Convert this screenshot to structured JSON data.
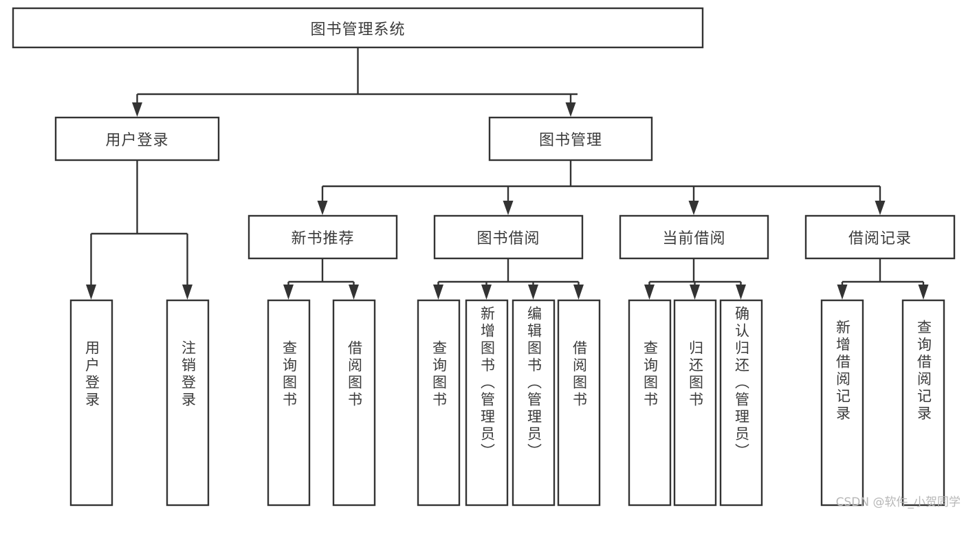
{
  "diagram": {
    "title": "图书管理系统",
    "type": "tree",
    "watermark": "CSDN @软件_小贺同学",
    "nodes": {
      "root": {
        "label": "图书管理系统",
        "orientation": "horizontal"
      },
      "user_login": {
        "label": "用户登录",
        "orientation": "horizontal"
      },
      "book_manage": {
        "label": "图书管理",
        "orientation": "horizontal"
      },
      "new_book_rec": {
        "label": "新书推荐",
        "orientation": "horizontal"
      },
      "book_borrow": {
        "label": "图书借阅",
        "orientation": "horizontal"
      },
      "current_borrow": {
        "label": "当前借阅",
        "orientation": "horizontal"
      },
      "borrow_record": {
        "label": "借阅记录",
        "orientation": "horizontal"
      },
      "leaf_user_login": {
        "label": "用户登录",
        "orientation": "vertical"
      },
      "leaf_logout": {
        "label": "注销登录",
        "orientation": "vertical"
      },
      "leaf_query_book_1": {
        "label": "查询图书",
        "orientation": "vertical"
      },
      "leaf_borrow_book_1": {
        "label": "借阅图书",
        "orientation": "vertical"
      },
      "leaf_query_book_2": {
        "label": "查询图书",
        "orientation": "vertical"
      },
      "leaf_add_book": {
        "label": "新增图书（管理员）",
        "orientation": "vertical"
      },
      "leaf_edit_book": {
        "label": "编辑图书（管理员）",
        "orientation": "vertical"
      },
      "leaf_borrow_book_2": {
        "label": "借阅图书",
        "orientation": "vertical"
      },
      "leaf_query_book_3": {
        "label": "查询图书",
        "orientation": "vertical"
      },
      "leaf_return_book": {
        "label": "归还图书",
        "orientation": "vertical"
      },
      "leaf_confirm_return": {
        "label": "确认归还（管理员）",
        "orientation": "vertical"
      },
      "leaf_add_record": {
        "label": "新增借阅记录",
        "orientation": "vertical"
      },
      "leaf_query_record": {
        "label": "查询借阅记录",
        "orientation": "vertical"
      }
    },
    "colors": {
      "box_stroke": "#333333",
      "box_fill": "#ffffff",
      "text": "#3b3b3b",
      "background": "#ffffff",
      "watermark": "#b7b7b7"
    }
  }
}
